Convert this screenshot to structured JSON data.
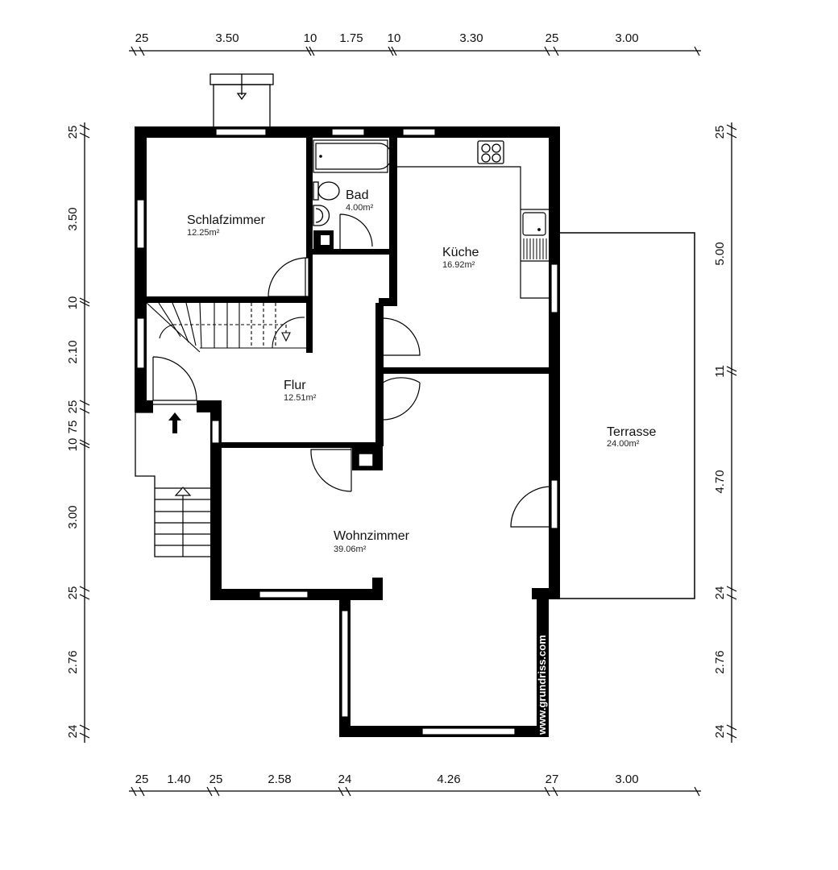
{
  "plan": {
    "wall_color": "#000000",
    "background": "#ffffff",
    "watermark": "www.grundriss.com"
  },
  "rooms": [
    {
      "id": "schlafzimmer",
      "name": "Schlafzimmer",
      "area": "12.25m²"
    },
    {
      "id": "bad",
      "name": "Bad",
      "area": "4.00m²"
    },
    {
      "id": "kueche",
      "name": "Küche",
      "area": "16.92m²"
    },
    {
      "id": "flur",
      "name": "Flur",
      "area": "12.51m²"
    },
    {
      "id": "wohnzimmer",
      "name": "Wohnzimmer",
      "area": "39.06m²"
    },
    {
      "id": "terrasse",
      "name": "Terrasse",
      "area": "24.00m²"
    }
  ],
  "dimensions": {
    "top": [
      "25",
      "3.50",
      "10",
      "1.75",
      "10",
      "3.30",
      "25",
      "3.00"
    ],
    "bottom": [
      "25",
      "1.40",
      "25",
      "2.58",
      "24",
      "4.26",
      "27",
      "3.00"
    ],
    "left": [
      "25",
      "3.50",
      "10",
      "2.10",
      "25",
      "10",
      "75",
      "3.00",
      "25",
      "2.76",
      "24"
    ],
    "right": [
      "25",
      "5.00",
      "11",
      "4.70",
      "24",
      "2.76",
      "24"
    ]
  }
}
